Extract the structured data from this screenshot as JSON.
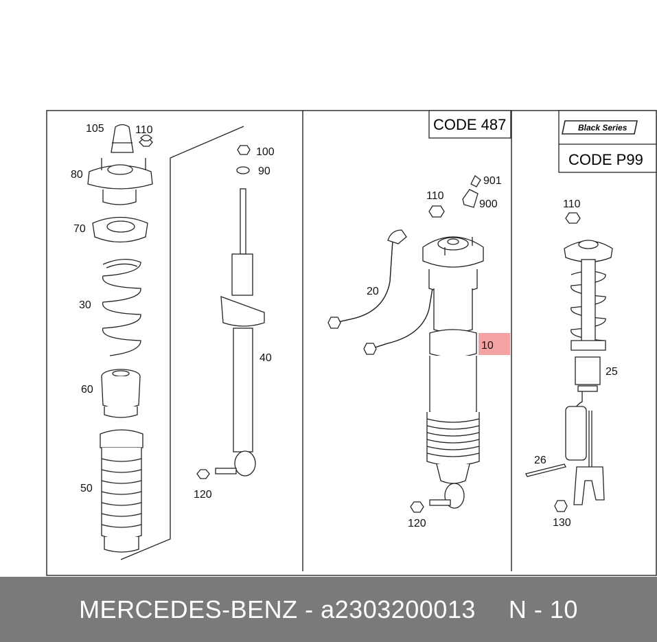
{
  "diagram": {
    "panel1_labels": [
      "105",
      "110",
      "80",
      "70",
      "30",
      "60",
      "50",
      "100",
      "90",
      "40",
      "120"
    ],
    "panel2_code": "CODE 487",
    "panel2_labels": [
      "901",
      "110",
      "900",
      "20",
      "10",
      "120"
    ],
    "panel3_badge": "Black Series",
    "panel3_code": "CODE P99",
    "panel3_labels": [
      "110",
      "25",
      "26",
      "130"
    ],
    "highlight_color": "#f4a3a3"
  },
  "footer": {
    "brand": "MERCEDES-BENZ",
    "separator": "-",
    "part_number": "a2303200013",
    "ref": "N - 10"
  }
}
